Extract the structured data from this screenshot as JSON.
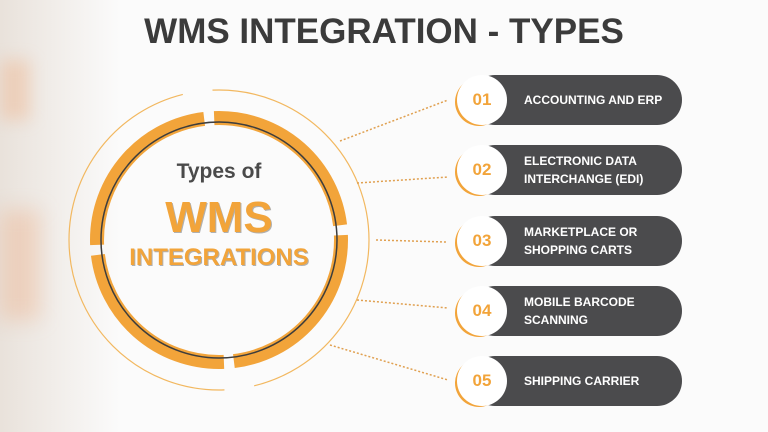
{
  "title": "WMS INTEGRATION - TYPES",
  "center": {
    "line1": "Types of",
    "line2": "WMS",
    "line3": "INTEGRATIONS"
  },
  "items": [
    {
      "num": "01",
      "label": "ACCOUNTING AND ERP"
    },
    {
      "num": "02",
      "label": "ELECTRONIC DATA INTERCHANGE (EDI)"
    },
    {
      "num": "03",
      "label": "MARKETPLACE OR SHOPPING CARTS"
    },
    {
      "num": "04",
      "label": "MOBILE BARCODE SCANNING"
    },
    {
      "num": "05",
      "label": "SHIPPING CARRIER"
    }
  ],
  "colors": {
    "accent": "#f2a43a",
    "pill": "#4b4b4d",
    "title": "#3b3b3b"
  }
}
